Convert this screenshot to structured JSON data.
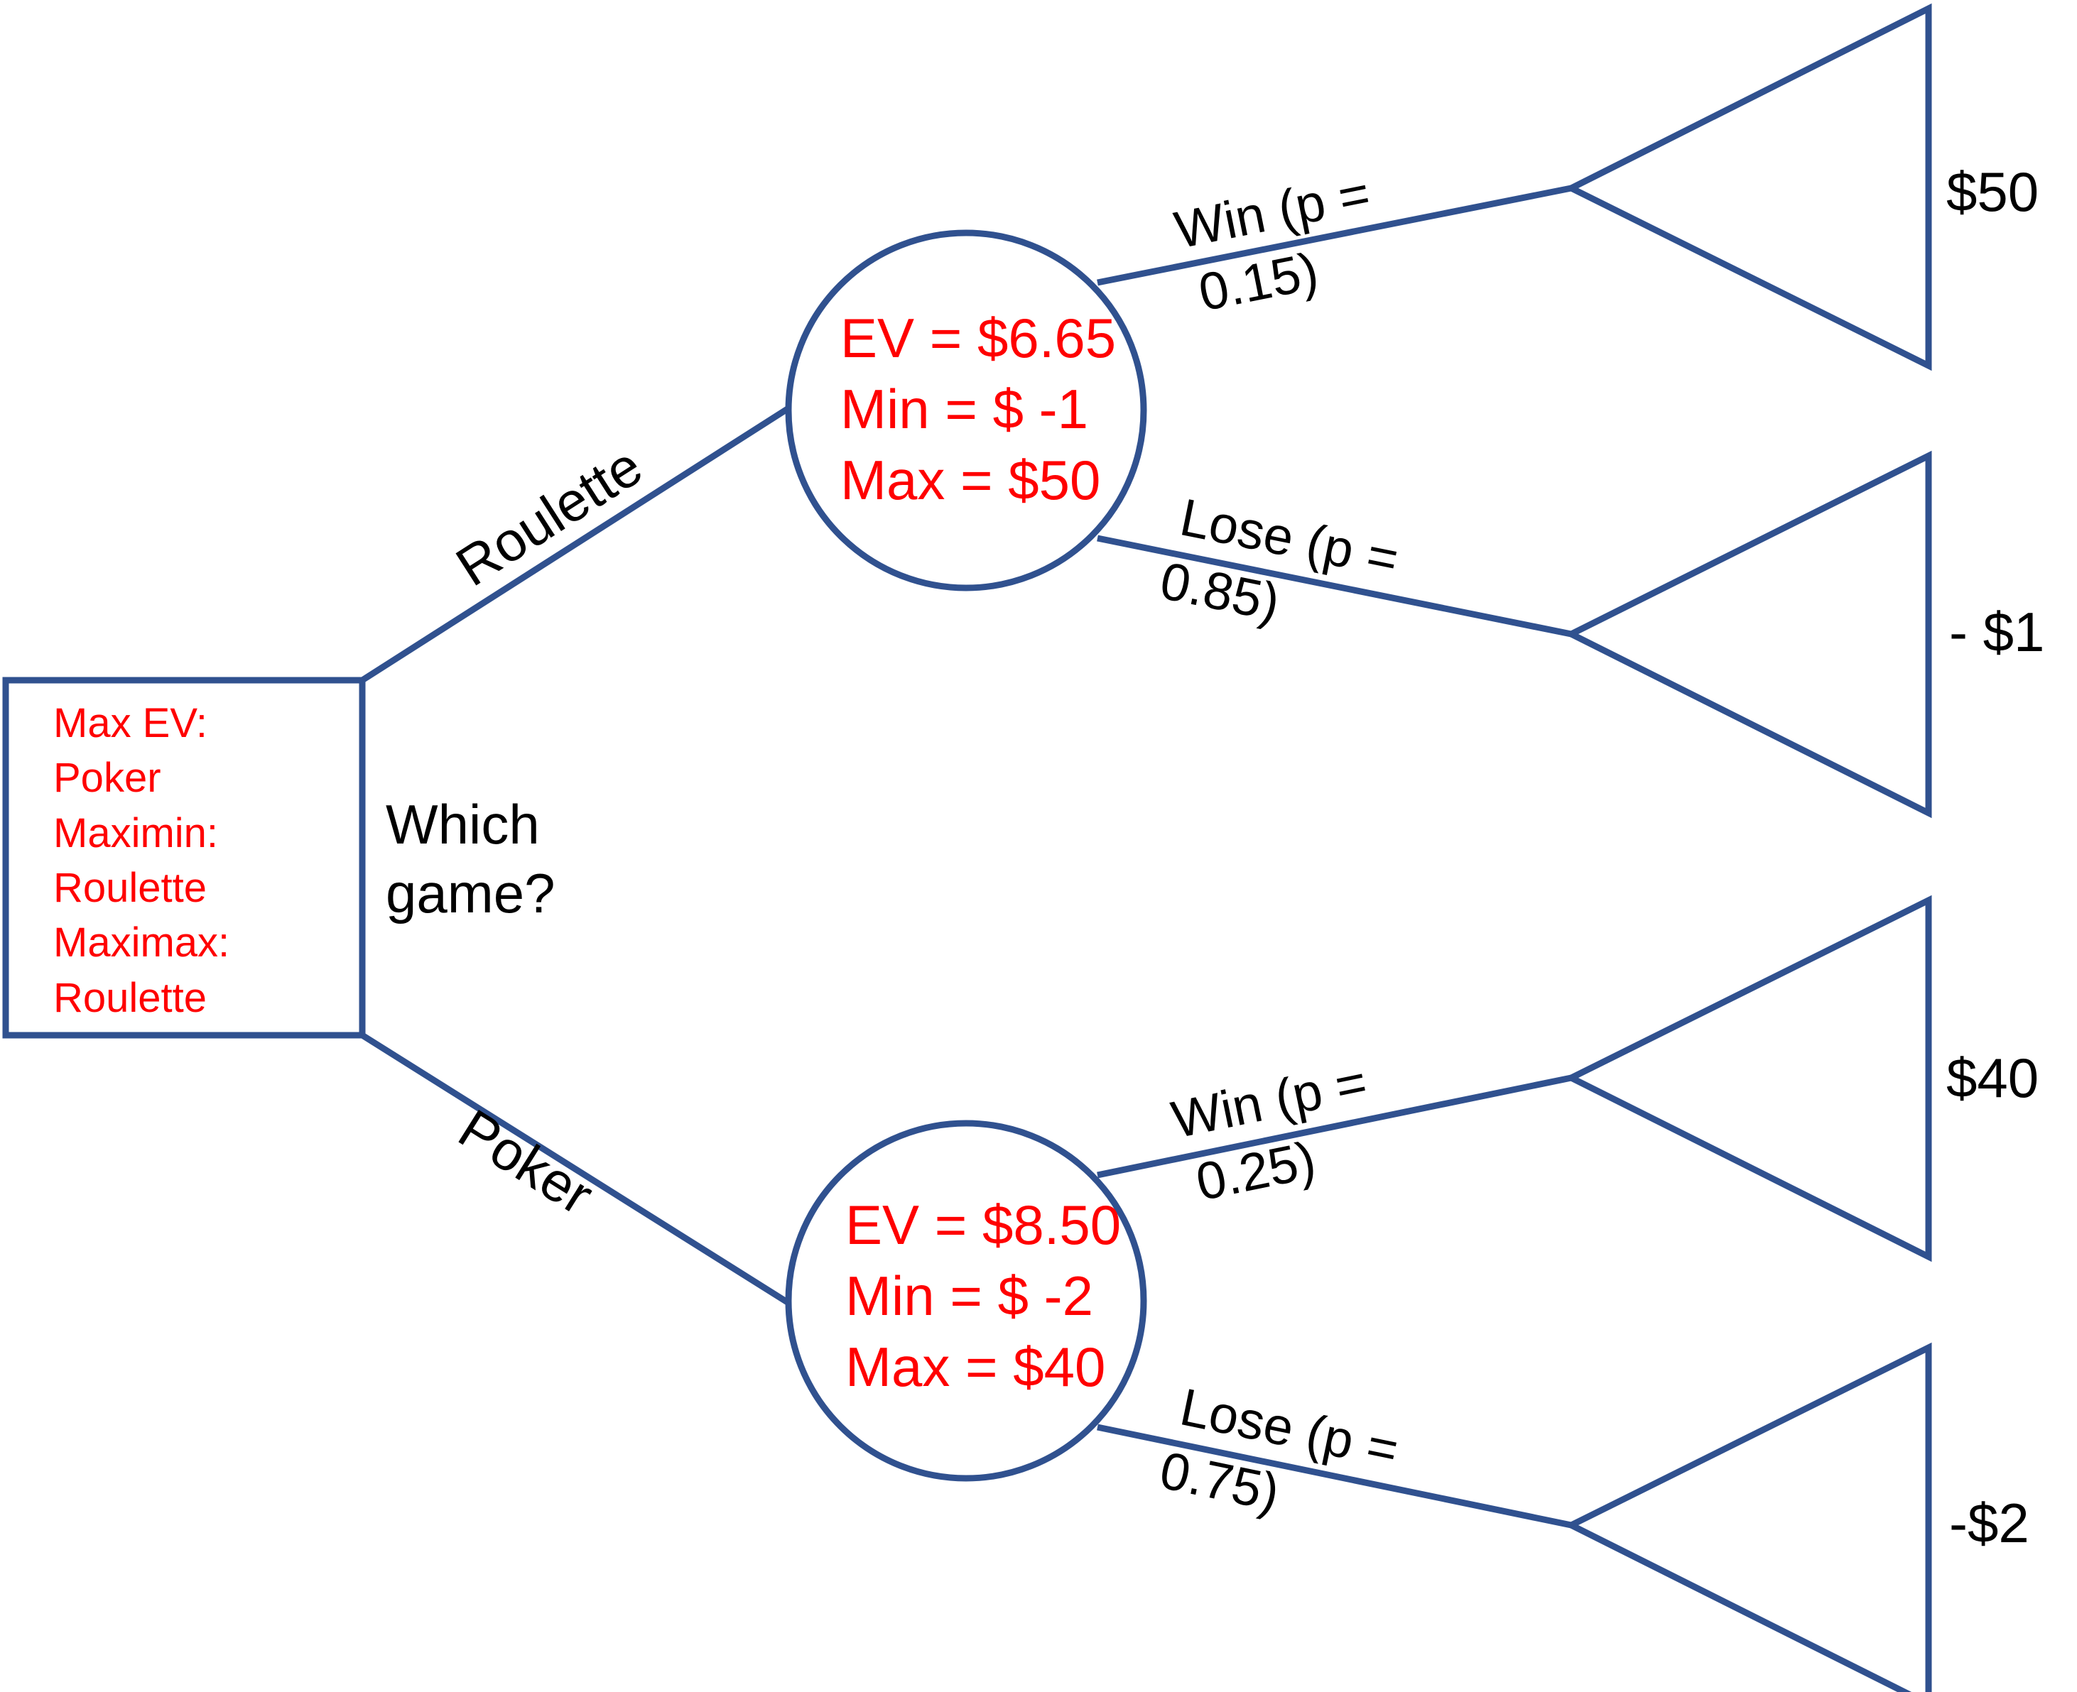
{
  "colors": {
    "line": "#30518F",
    "annotation": "#FF0000",
    "text": "#000000"
  },
  "decision": {
    "question_line1": "Which",
    "question_line2": "game?",
    "summary": [
      "Max EV:",
      "Poker",
      "Maximin:",
      "Roulette",
      "Maximax:",
      "Roulette"
    ]
  },
  "branches": {
    "roulette": "Roulette",
    "poker": "Poker"
  },
  "roulette": {
    "stats": [
      "EV = $6.65",
      "Min = $ -1",
      "Max = $50"
    ],
    "win": {
      "line1": "Win (p =",
      "line2": "0.15)",
      "payoff": "$50"
    },
    "lose": {
      "line1": "Lose (p =",
      "line2": "0.85)",
      "payoff": "- $1"
    }
  },
  "poker": {
    "stats": [
      "EV = $8.50",
      "Min = $ -2",
      "Max = $40"
    ],
    "win": {
      "line1": "Win (p =",
      "line2": "0.25)",
      "payoff": "$40"
    },
    "lose": {
      "line1": "Lose (p =",
      "line2": "0.75)",
      "payoff": "-$2"
    }
  }
}
